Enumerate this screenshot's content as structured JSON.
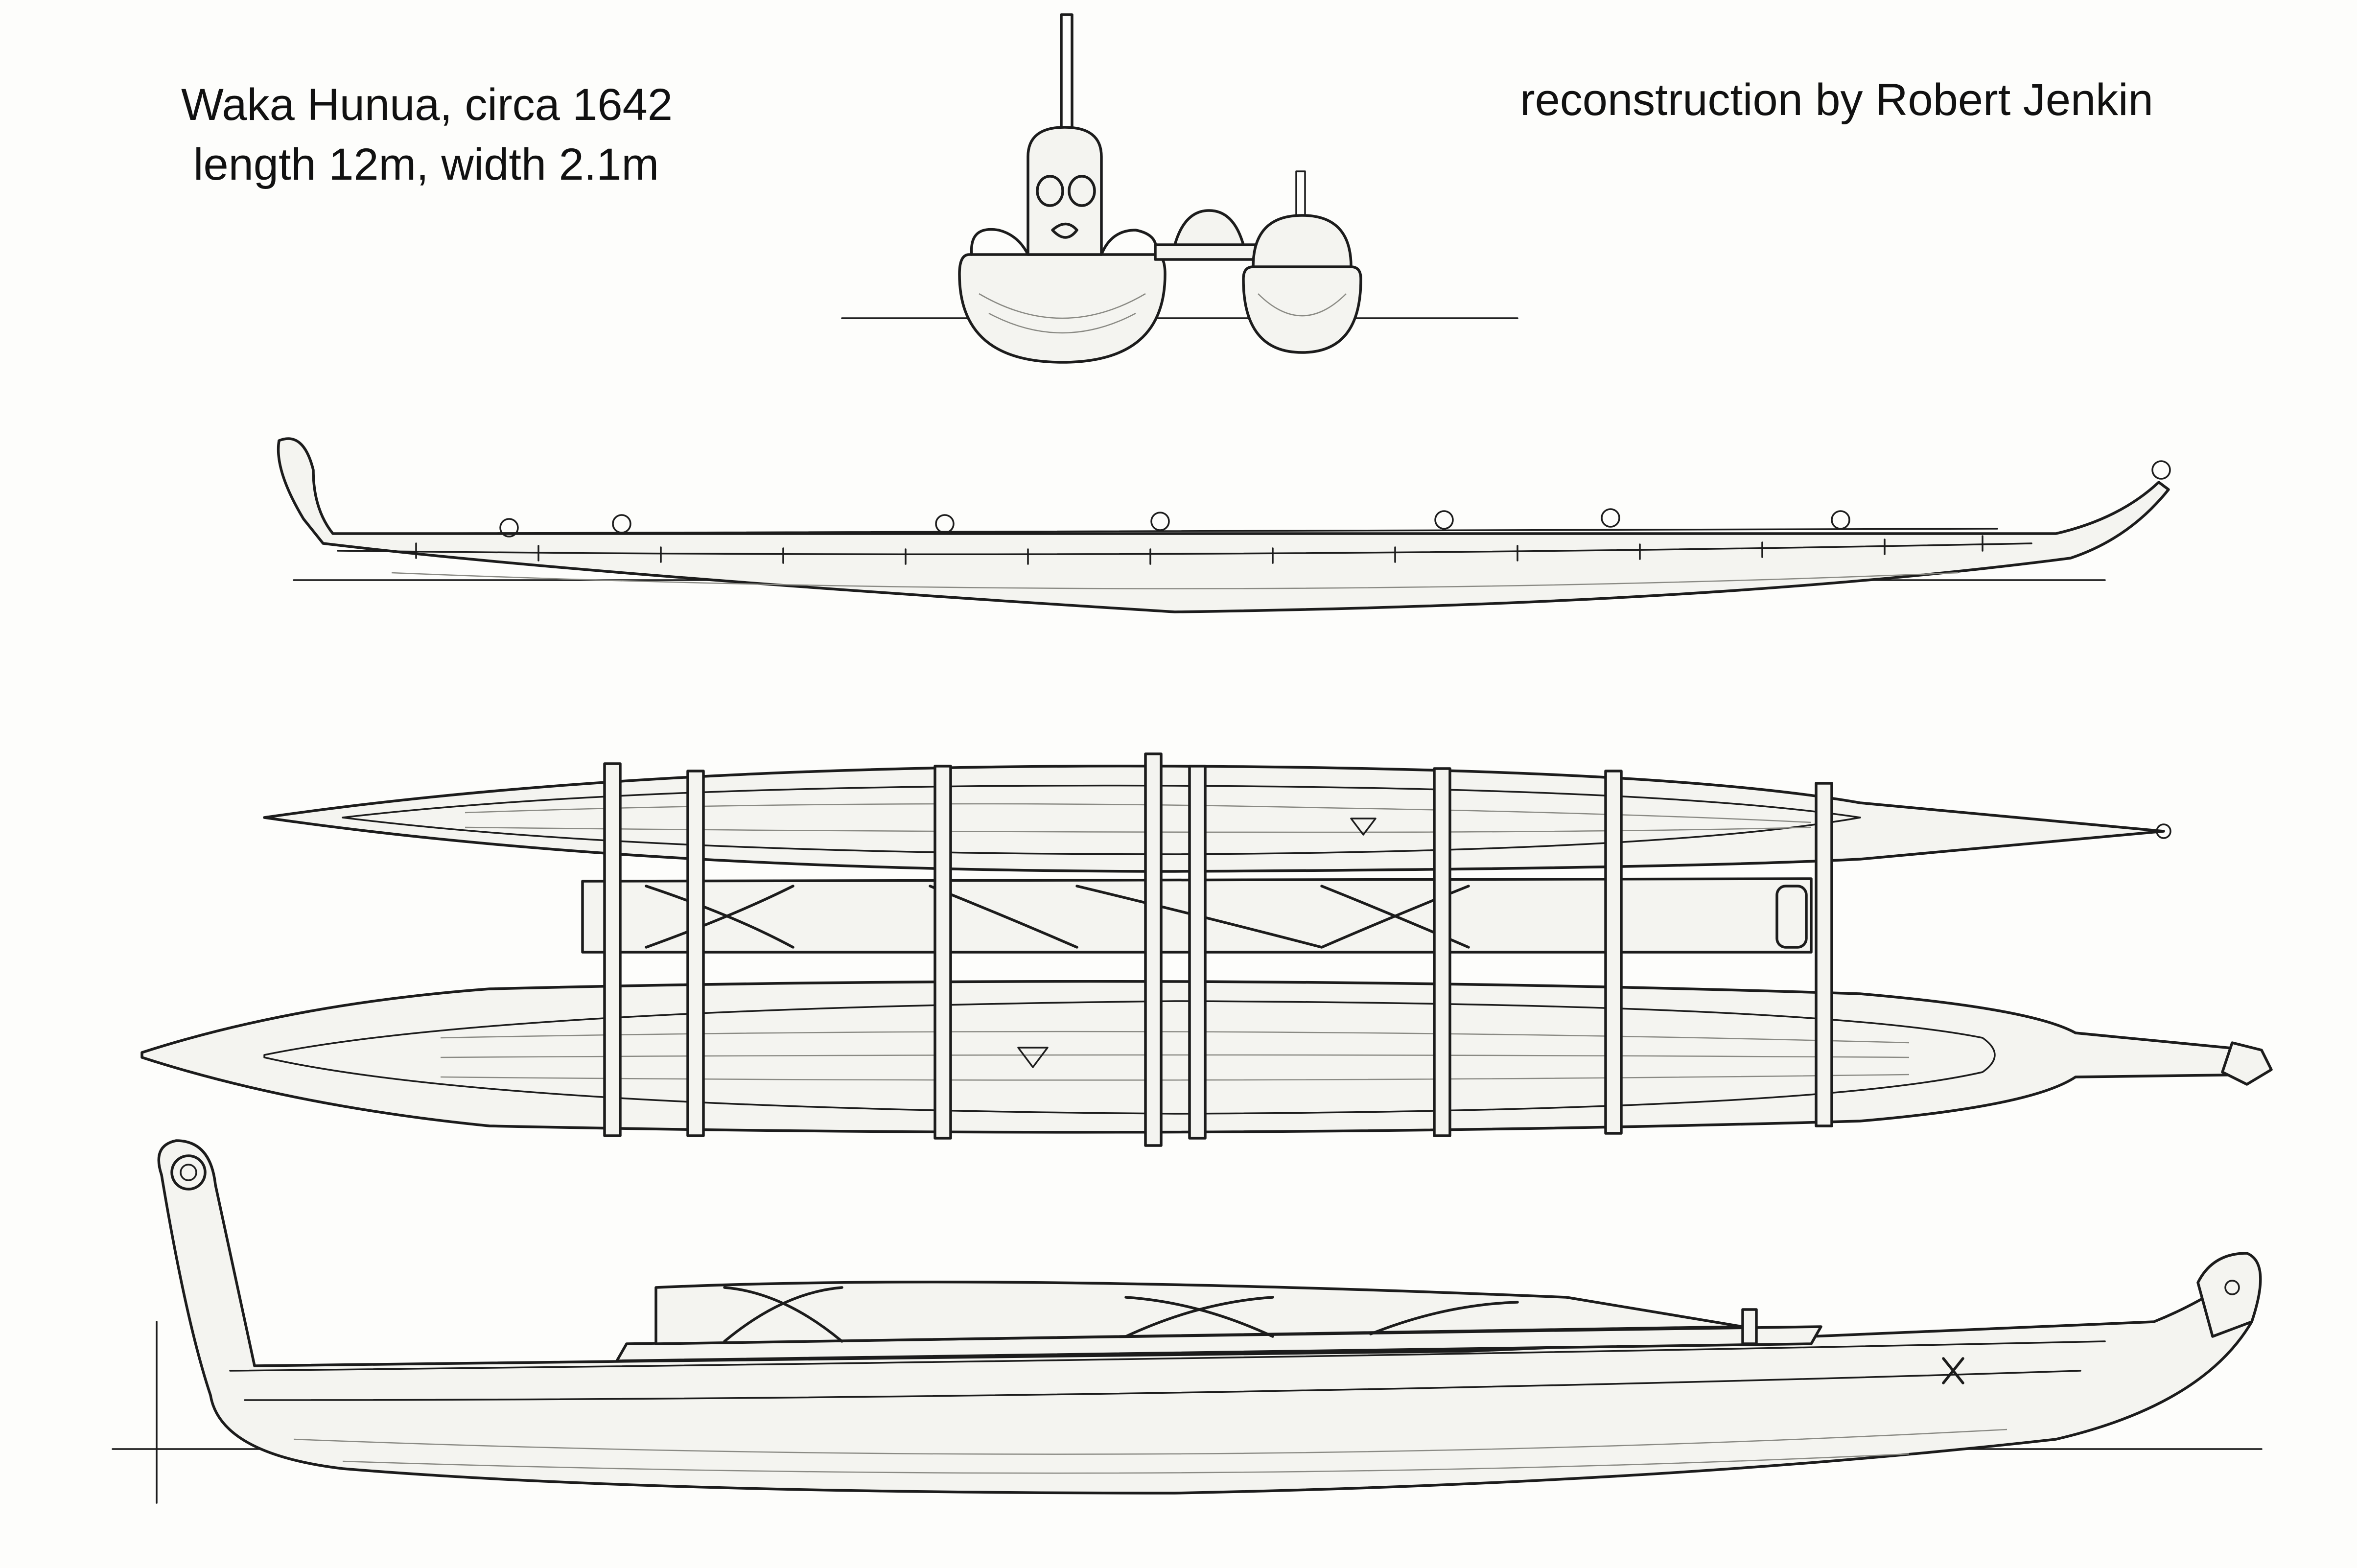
{
  "diagram": {
    "title": "Waka Hunua, circa 1642",
    "dimensions": "length 12m, width 2.1m",
    "credit": "reconstruction by Robert Jenkin",
    "colors": {
      "paper": "#fdfdfb",
      "ink": "#1c1c1c",
      "shade": "#8a8a84"
    }
  }
}
